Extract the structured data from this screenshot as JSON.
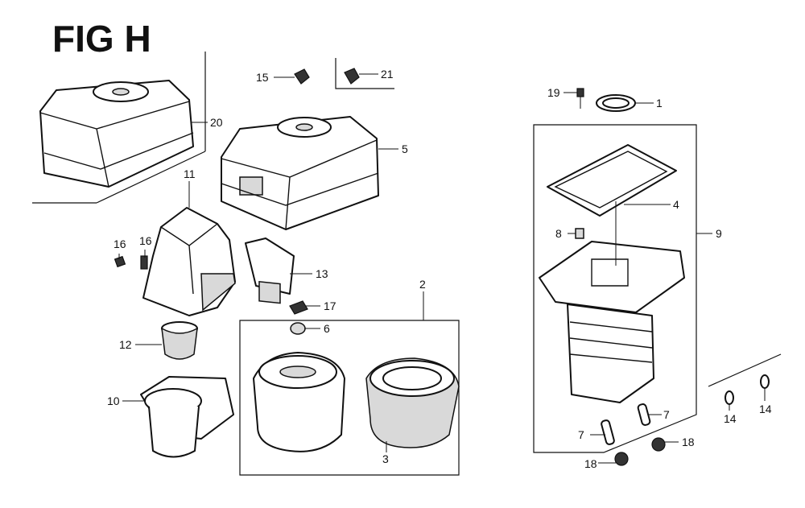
{
  "figure": {
    "title": "FIG H"
  },
  "callouts": {
    "c1": "1",
    "c2": "2",
    "c3": "3",
    "c4": "4",
    "c5": "5",
    "c6": "6",
    "c7a": "7",
    "c7b": "7",
    "c8": "8",
    "c9": "9",
    "c10": "10",
    "c11": "11",
    "c12": "12",
    "c13": "13",
    "c14a": "14",
    "c14b": "14",
    "c15": "15",
    "c16a": "16",
    "c16b": "16",
    "c17": "17",
    "c18a": "18",
    "c18b": "18",
    "c19": "19",
    "c20": "20",
    "c21": "21"
  },
  "colors": {
    "line": "#111111",
    "background": "#ffffff"
  }
}
